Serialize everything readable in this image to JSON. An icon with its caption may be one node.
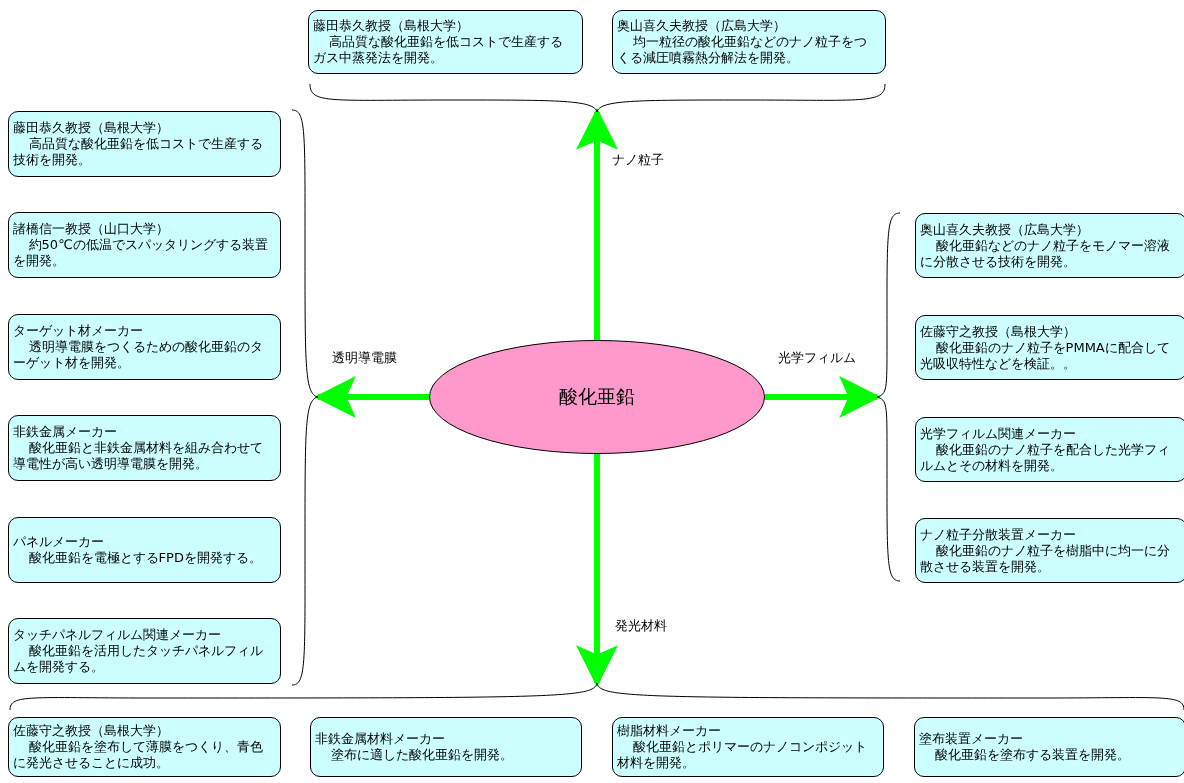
{
  "diagram": {
    "nodes": [
      {
        "text": [
          "藤田恭久教授（島根大学）",
          "高品質な酸化亜鉛を低コストで生産するガス中蒸発法を開発。"
        ]
      },
      {
        "text": [
          "奥山喜久夫教授（広島大学）",
          "均一粒径の酸化亜鉛などのナノ粒子をつくる減圧噴霧熱分解法を開発。"
        ]
      },
      {
        "text": [],
        "shape": "brace"
      },
      {
        "text": [],
        "shape": "brace"
      },
      {
        "text": [
          "藤田恭久教授（島根大学）",
          "高品質な酸化亜鉛を低コストで生産する技術を開発。"
        ]
      },
      {
        "text": [
          "諸橋信一教授（山口大学）",
          "約50℃の低温でスパッタリングする装置を開発。"
        ]
      },
      {
        "text": [
          "ターゲット材メーカー",
          "透明導電膜をつくるための酸化亜鉛のターゲット材を開発。"
        ]
      },
      {
        "text": [
          "非鉄金属メーカー",
          "酸化亜鉛と非鉄金属材料を組み合わせて導電性が高い透明導電膜を開発。"
        ]
      },
      {
        "text": [
          "パネルメーカー",
          "酸化亜鉛を電極とするFPDを開発する。"
        ]
      },
      {
        "text": [
          "タッチパネルフィルム関連メーカー",
          "酸化亜鉛を活用したタッチパネルフィルムを開発する。"
        ]
      },
      {
        "text": [
          "酸化亜鉛"
        ]
      },
      {
        "text": [],
        "shape": "brace"
      },
      {
        "text": [
          "奥山喜久夫教授（広島大学）",
          "酸化亜鉛などのナノ粒子をモノマー溶液に分散させる技術を開発。"
        ]
      },
      {
        "text": [
          "佐藤守之教授（島根大学）",
          "酸化亜鉛のナノ粒子をPMMAに配合して光吸収特性などを検証。。"
        ]
      },
      {
        "text": [
          "光学フィルム関連メーカー",
          "酸化亜鉛のナノ粒子を配合した光学フィルムとその材料を開発。"
        ]
      },
      {
        "text": [
          "ナノ粒子分散装置メーカー",
          "酸化亜鉛のナノ粒子を樹脂中に均一に分散させる装置を開発。"
        ]
      },
      {
        "text": [],
        "shape": "brace"
      },
      {
        "text": [
          "佐藤守之教授（島根大学）",
          "酸化亜鉛を塗布して薄膜をつくり、青色に発光させることに成功。"
        ]
      },
      {
        "text": [
          "非鉄金属材料メーカー",
          "塗布に適した酸化亜鉛を開発。"
        ]
      },
      {
        "text": [
          "樹脂材料メーカー",
          "酸化亜鉛とポリマーのナノコンポジット材料を開発。"
        ]
      },
      {
        "text": [
          "塗布装置メーカー",
          "酸化亜鉛を塗布する装置を開発。"
        ]
      }
    ],
    "edges": [
      {
        "from": 10,
        "to": 2,
        "arrow": "to",
        "label": "ナノ粒子"
      },
      {
        "from": 10,
        "to": 3,
        "arrow": "to",
        "label": "透明導電膜"
      },
      {
        "from": 10,
        "to": 11,
        "arrow": "to",
        "label": "光学フィルム"
      },
      {
        "from": 10,
        "to": 16,
        "arrow": "to",
        "label": "発光材料"
      }
    ]
  }
}
